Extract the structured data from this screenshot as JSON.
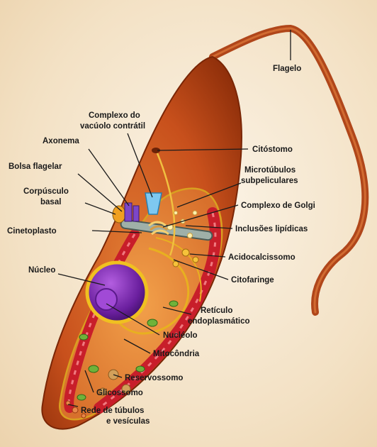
{
  "diagram": {
    "labels": {
      "flagelo": "Flagelo",
      "complexo_vacuolo_1": "Complexo do",
      "complexo_vacuolo_2": "vacúolo contrátil",
      "axonema": "Axonema",
      "bolsa_flagelar": "Bolsa flagelar",
      "corpusculo_1": "Corpúsculo",
      "corpusculo_2": "basal",
      "cinetoplasto": "Cinetoplasto",
      "nucleo": "Núcleo",
      "citostomo": "Citóstomo",
      "microtubulos_1": "Microtúbulos",
      "microtubulos_2": "subpeliculares",
      "complexo_golgi": "Complexo de Golgi",
      "inclusoes": "Inclusões lipídicas",
      "acidocalcissomo": "Acidocalcissomo",
      "citofaringe": "Citofaringe",
      "reticulo_1": "Retículo",
      "reticulo_2": "endoplasmático",
      "nucleolo": "Nucléolo",
      "mitocondria": "Mitocôndria",
      "reservossomo": "Reservossomo",
      "glicossomo": "Glicossomo",
      "rede_1": "Rede de túbulos",
      "rede_2": "e vesículas"
    },
    "colors": {
      "cell_body": "#c8501c",
      "cell_dark": "#8f2f0a",
      "cytoplasm": "#e8853a",
      "nucleus": "#6a1f9e",
      "nucleolus": "#a14ad6",
      "mitochondria": "#c81e2a",
      "glycosome": "#6fb23a",
      "leader": "#1a1a1a"
    }
  }
}
